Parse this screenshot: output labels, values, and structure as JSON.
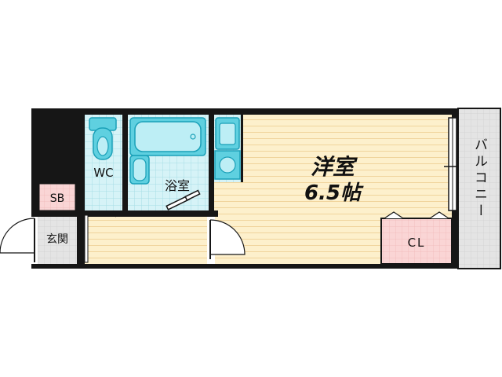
{
  "floorplan": {
    "rooms": {
      "western_room": {
        "name": "洋室",
        "size": "6.5帖"
      },
      "bathroom": {
        "name": "浴室"
      },
      "toilet": {
        "name": "WC"
      },
      "entrance": {
        "name": "玄関"
      },
      "shoe_box": {
        "name": "SB"
      },
      "closet": {
        "name": "CL"
      },
      "balcony": {
        "name": "バルコニー"
      }
    },
    "colors": {
      "wall": "#161616",
      "room_floor": "#fdf0cc",
      "floor_stripe": "#f3d9a4",
      "wet_area_tile": "#d6f3f7",
      "wet_area_grid": "#a6dde6",
      "fixture_fill": "#5fd0e0",
      "fixture_stroke": "#1aa0b8",
      "storage_pink": "#fad5d5",
      "balcony_gray": "#e2e2e2"
    }
  }
}
